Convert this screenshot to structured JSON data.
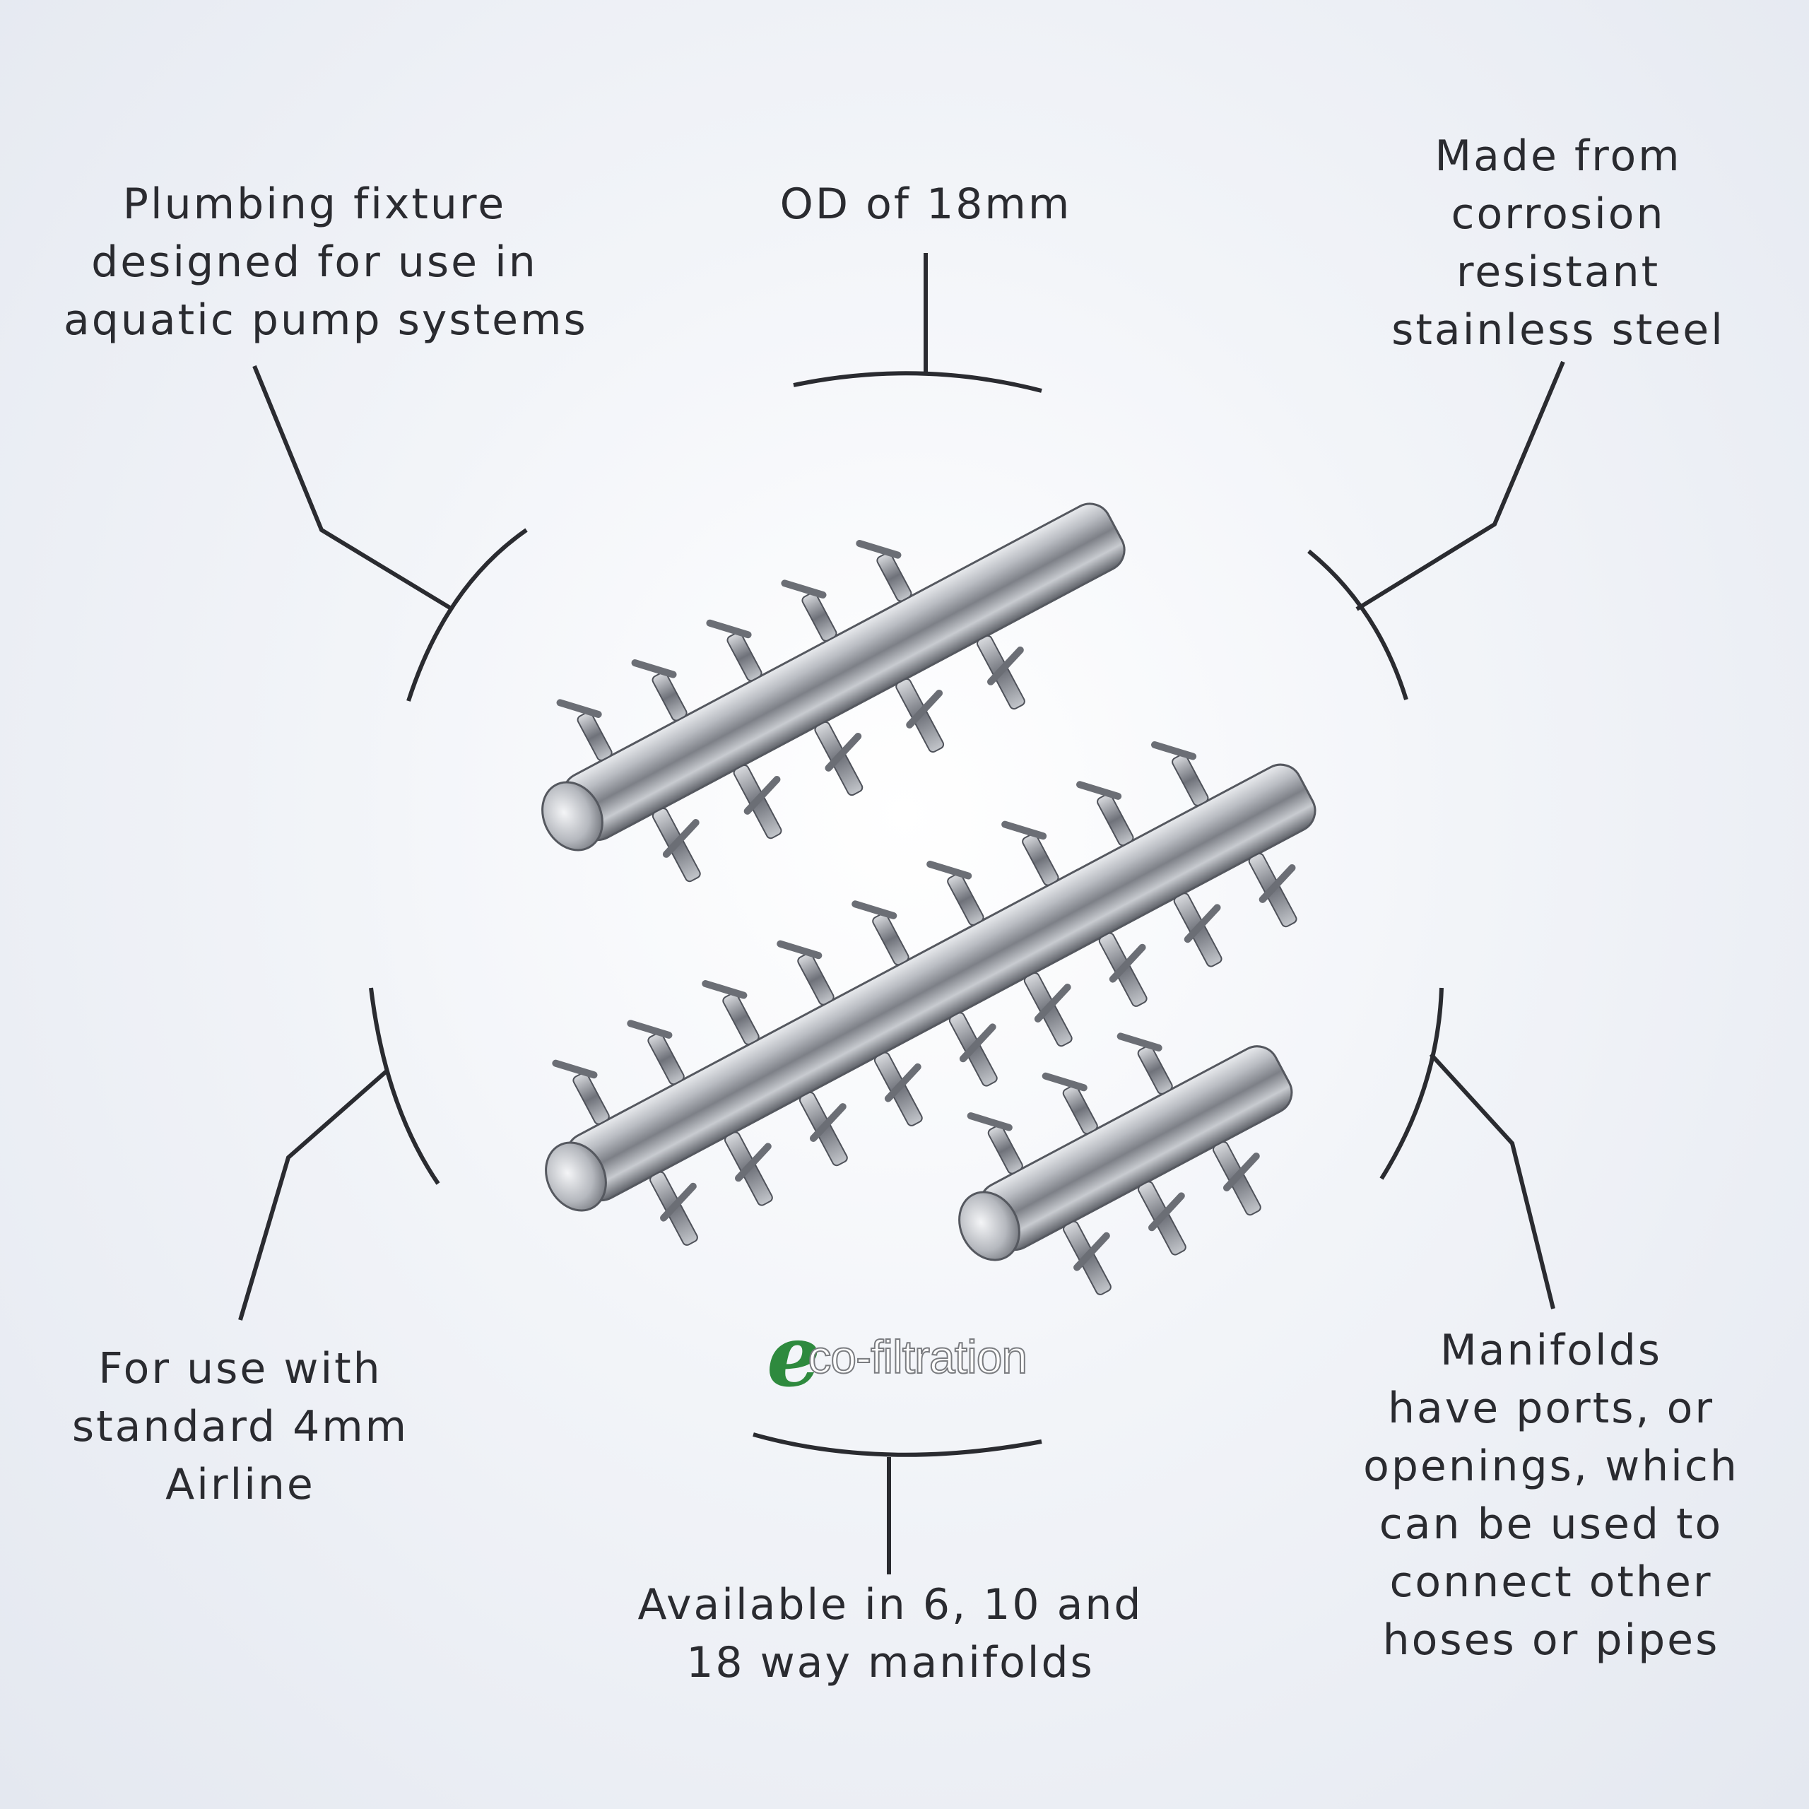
{
  "callouts": {
    "top_left": [
      "Plumbing fixture",
      "designed for use in",
      "aquatic pump systems"
    ],
    "top_center": [
      "OD of 18mm"
    ],
    "top_right": [
      "Made from",
      "corrosion",
      "resistant",
      "stainless steel"
    ],
    "bottom_left": [
      "For use with",
      "standard 4mm",
      "Airline"
    ],
    "bottom_center": [
      "Available in 6, 10 and",
      "18 way manifolds"
    ],
    "bottom_right": [
      "Manifolds",
      "have ports, or",
      "openings, which",
      "can be used to",
      "connect other",
      "hoses or pipes"
    ]
  },
  "logo": {
    "mark": "e",
    "text": "co-filtration",
    "color": "#2e8a3e"
  },
  "product_image": {
    "name": "stainless-steel-air-manifolds",
    "count": 3
  },
  "colors": {
    "line": "#2a2b30",
    "text": "#2a2b30"
  }
}
